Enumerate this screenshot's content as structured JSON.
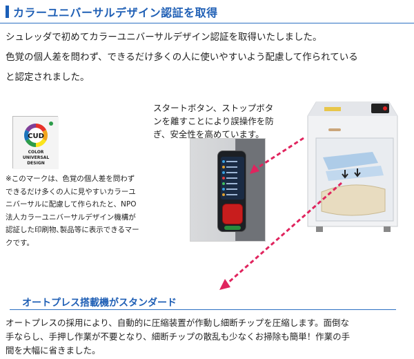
{
  "section1": {
    "title": "カラーユニバーサルデザイン認証を取得",
    "intro": [
      "シュレッダで初めてカラーユニバーサルデザイン認証を取得いたしました。",
      "色覚の個人差を問わず、できるだけ多くの人に使いやすいよう配慮して作られている",
      "と認定されました。"
    ]
  },
  "cud_logo": {
    "mark_text": "CUD",
    "lines": [
      "COLOR",
      "UNIVERSAL",
      "DESIGN"
    ]
  },
  "note": [
    "※このマークは、色覚の個人差を問わず",
    "できるだけ多くの人に見やすいカラーユ",
    "ニバーサルに配慮して作られたと、NPO",
    "法人カラーユニバーサルデザイン機構が",
    "認証した印刷物､製品等に表示できるマー",
    "クです。"
  ],
  "callout": [
    "スタートボタン、ストップボタ",
    "ンを離すことにより誤操作を防",
    "ぎ、安全性を高めています。"
  ],
  "section2": {
    "title": "オートプレス搭載機がスタンダード",
    "body": [
      "オートプレスの採用により、自動的に圧縮装置が作動し細断チップを圧縮します。面倒な",
      "手ならし、手押し作業が不要となり、細断チップの散乱も少なくお掃除も簡単！作業の手",
      "間を大幅に省きました。"
    ]
  },
  "colors": {
    "heading": "#1f5fb5",
    "arrow": "#e0245e",
    "stop_button": "#c81d1d"
  }
}
